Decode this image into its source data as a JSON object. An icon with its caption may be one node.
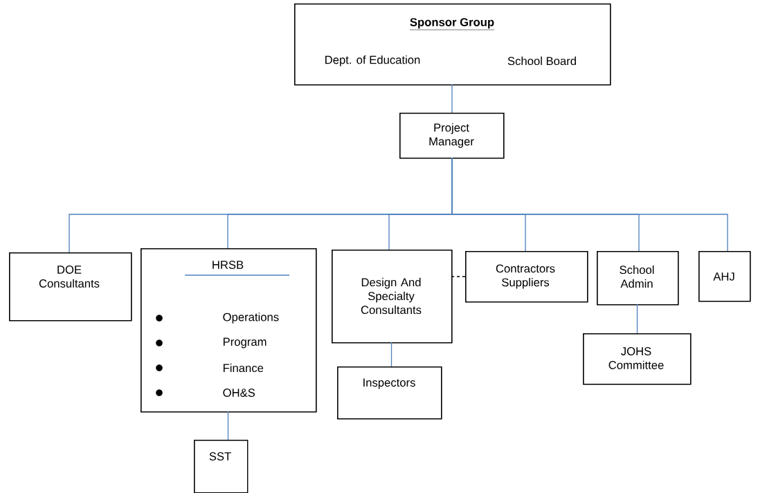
{
  "diagram": {
    "nodes": [
      {
        "text": [
          "Sponsor Group",
          "Dept. of Education",
          "School Board"
        ]
      },
      {
        "text": [
          "Project Manager"
        ]
      },
      {
        "text": [
          "DOE Consultants"
        ]
      },
      {
        "text": [
          "HRSB",
          "Operations",
          "Program",
          "Finance",
          "OH&S"
        ]
      },
      {
        "text": [
          "Design And Specialty Consultants"
        ]
      },
      {
        "text": [
          "Contractors Suppliers"
        ]
      },
      {
        "text": [
          "School Admin"
        ]
      },
      {
        "text": [
          "AHJ"
        ]
      },
      {
        "text": [
          "SST"
        ]
      },
      {
        "text": [
          "Inspectors"
        ]
      },
      {
        "text": [
          "JOHS Committee"
        ]
      }
    ],
    "edges": [
      {
        "from": 0,
        "to": 1,
        "arrow": "none"
      },
      {
        "from": 1,
        "to": 2,
        "arrow": "none"
      },
      {
        "from": 1,
        "to": 3,
        "arrow": "none"
      },
      {
        "from": 1,
        "to": 4,
        "arrow": "none"
      },
      {
        "from": 1,
        "to": 5,
        "arrow": "none"
      },
      {
        "from": 1,
        "to": 6,
        "arrow": "none"
      },
      {
        "from": 1,
        "to": 7,
        "arrow": "none"
      },
      {
        "from": 3,
        "to": 8,
        "arrow": "none"
      },
      {
        "from": 4,
        "to": 9,
        "arrow": "none"
      },
      {
        "from": 6,
        "to": 10,
        "arrow": "none"
      },
      {
        "from": 4,
        "to": 5,
        "arrow": "none",
        "style": "dashed",
        "color": "#000000"
      }
    ]
  }
}
